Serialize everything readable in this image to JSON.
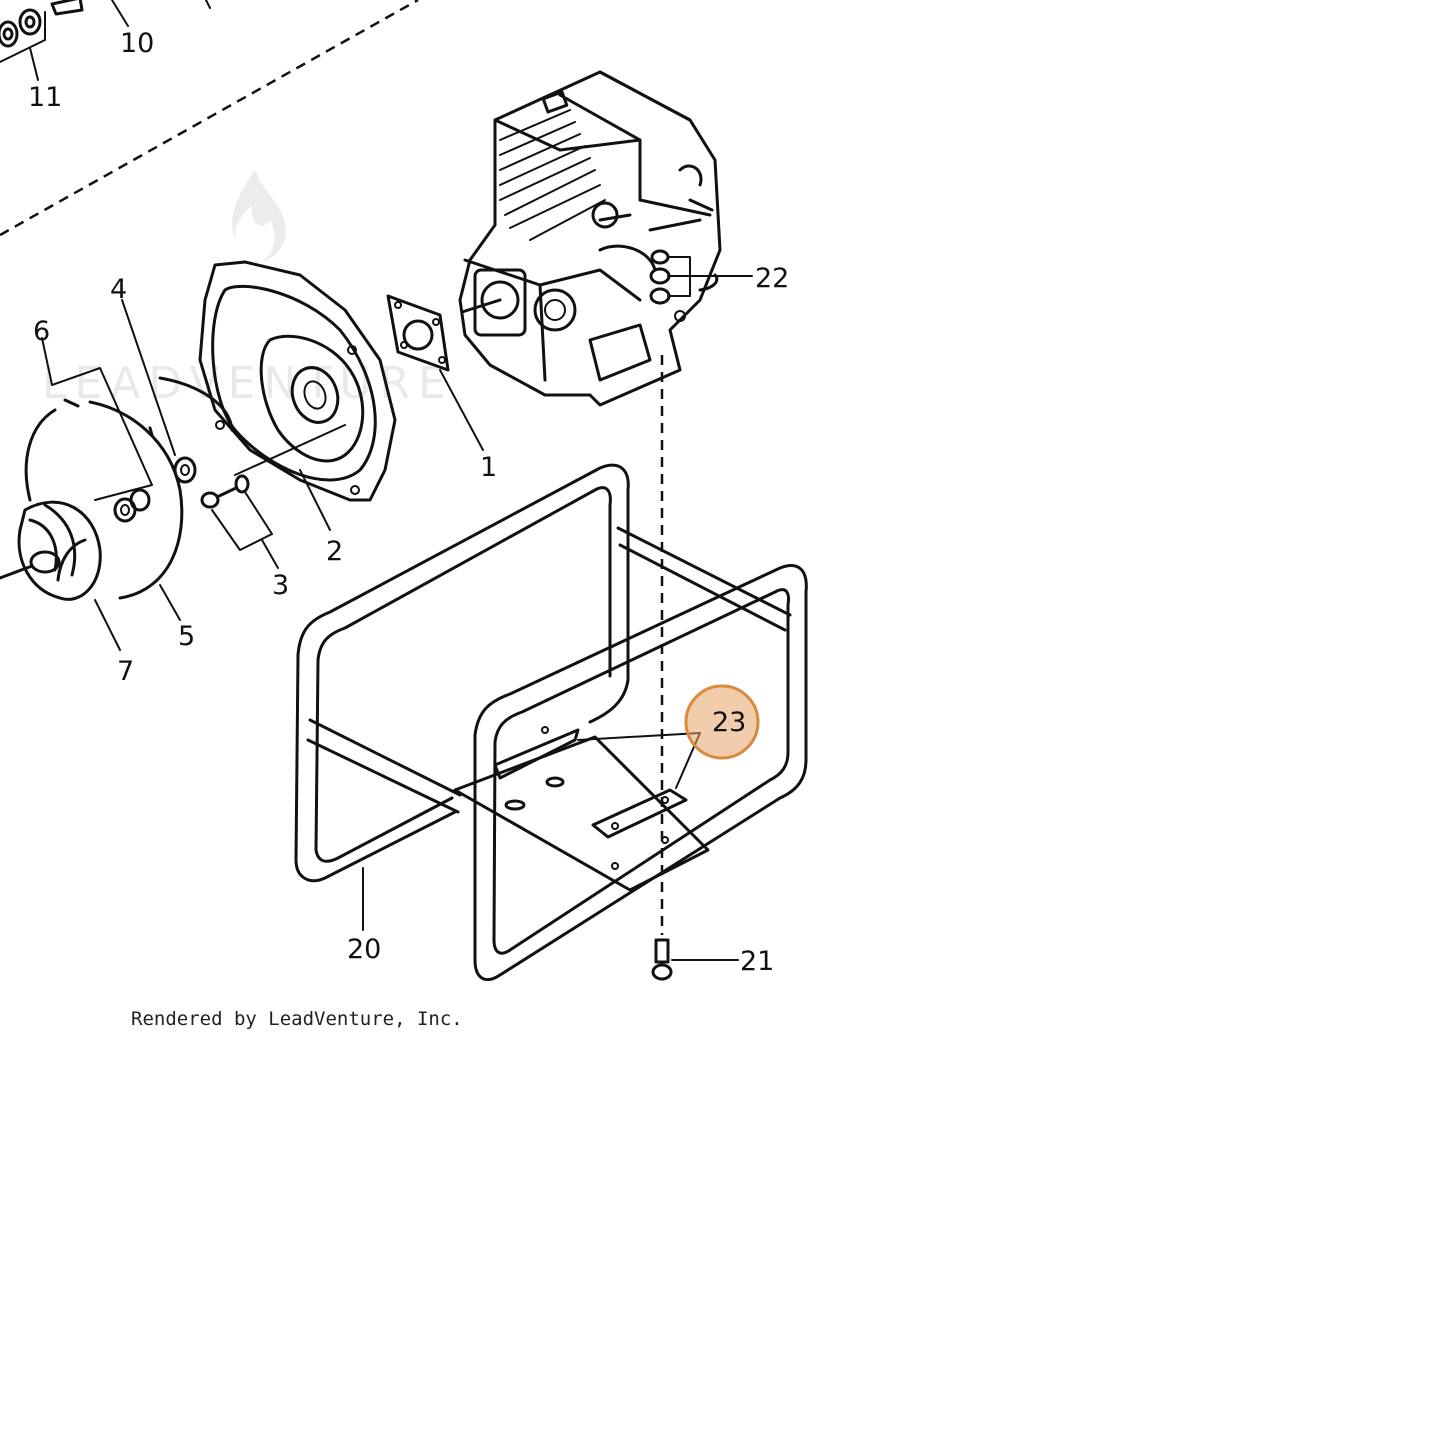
{
  "diagram": {
    "callouts": [
      {
        "id": "c10",
        "label": "10"
      },
      {
        "id": "c11",
        "label": "11"
      },
      {
        "id": "c22",
        "label": "22"
      },
      {
        "id": "c4",
        "label": "4"
      },
      {
        "id": "c6",
        "label": "6"
      },
      {
        "id": "c1",
        "label": "1"
      },
      {
        "id": "c2",
        "label": "2"
      },
      {
        "id": "c3",
        "label": "3"
      },
      {
        "id": "c5",
        "label": "5"
      },
      {
        "id": "c7",
        "label": "7"
      },
      {
        "id": "c20",
        "label": "20"
      },
      {
        "id": "c21",
        "label": "21"
      },
      {
        "id": "c23",
        "label": "23"
      }
    ],
    "highlighted_callout": "23",
    "highlight_color": "#e8a468",
    "highlight_border_color": "#d98a3e",
    "watermark": "LEADVENTURE"
  },
  "footer": {
    "credit": "Rendered by LeadVenture, Inc."
  }
}
